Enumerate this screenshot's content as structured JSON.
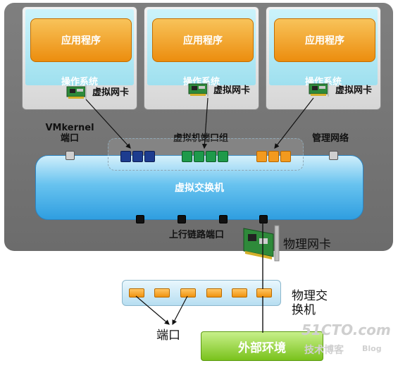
{
  "diagram": {
    "vms": [
      {
        "app_label": "应用程序",
        "os_label": "操作系统",
        "nic_label": "虚拟网卡"
      },
      {
        "app_label": "应用程序",
        "os_label": "操作系统",
        "nic_label": "虚拟网卡"
      },
      {
        "app_label": "应用程序",
        "os_label": "操作系统",
        "nic_label": "虚拟网卡"
      }
    ],
    "vmkernel_label_line1": "VMkernel",
    "vmkernel_label_line2": "端口",
    "vm_portgroup_label": "虚拟机端口组",
    "mgmt_network_label": "管理网络",
    "vswitch_label": "虚拟交换机",
    "uplink_ports_label": "上行链路端口",
    "physical_nic_label": "物理网卡",
    "physical_switch_label_line1": "物理交",
    "physical_switch_label_line2": "换机",
    "ports_label": "端口",
    "external_env_label": "外部环境",
    "watermark": {
      "site": "51CTO.com",
      "tagline": "技术博客",
      "blog": "Blog"
    },
    "colors": {
      "host_bg": "#777777",
      "app_orange": "#f0950f",
      "os_cyan": "#aee6f2",
      "vswitch_blue": "#3aa3e2",
      "external_green": "#7fc423",
      "port_navy": "#1d3c8f",
      "port_green": "#1e9a4a",
      "port_orange": "#f39a1e"
    }
  }
}
